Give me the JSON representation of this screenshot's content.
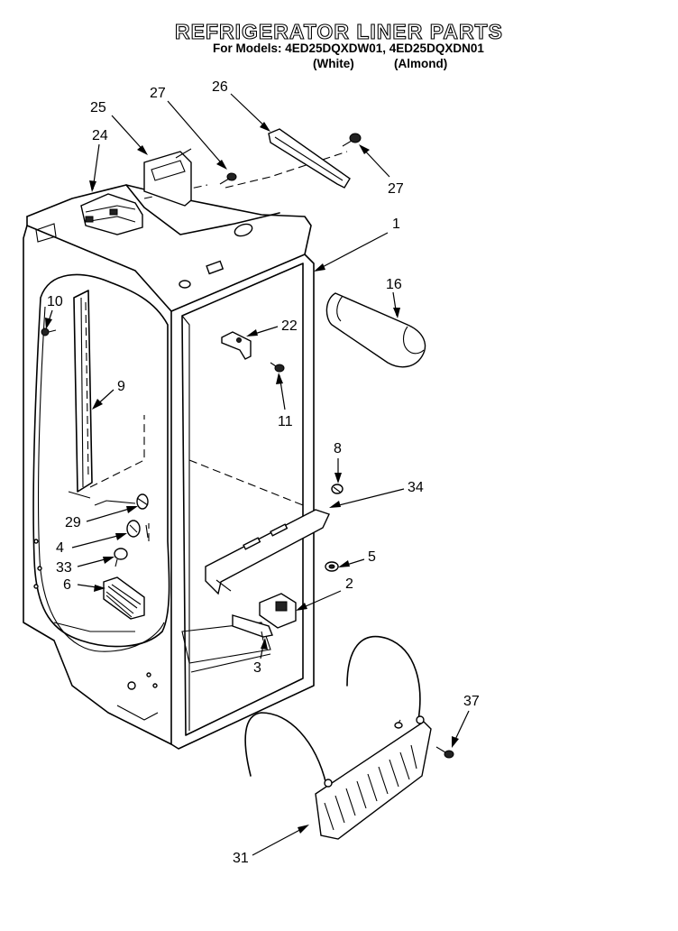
{
  "header": {
    "title": "REFRIGERATOR LINER PARTS",
    "models_line": "For Models: 4ED25DQXDW01, 4ED25DQXDN01",
    "variant_white": "(White)",
    "variant_almond": "(Almond)"
  },
  "callouts": [
    {
      "id": "c1",
      "label": "1"
    },
    {
      "id": "c2",
      "label": "2"
    },
    {
      "id": "c3",
      "label": "3"
    },
    {
      "id": "c4",
      "label": "4"
    },
    {
      "id": "c5",
      "label": "5"
    },
    {
      "id": "c6",
      "label": "6"
    },
    {
      "id": "c8",
      "label": "8"
    },
    {
      "id": "c9",
      "label": "9"
    },
    {
      "id": "c10",
      "label": "10"
    },
    {
      "id": "c11",
      "label": "11"
    },
    {
      "id": "c16",
      "label": "16"
    },
    {
      "id": "c22",
      "label": "22"
    },
    {
      "id": "c24",
      "label": "24"
    },
    {
      "id": "c25",
      "label": "25"
    },
    {
      "id": "c26",
      "label": "26"
    },
    {
      "id": "c27a",
      "label": "27"
    },
    {
      "id": "c27b",
      "label": "27"
    },
    {
      "id": "c29",
      "label": "29"
    },
    {
      "id": "c31",
      "label": "31"
    },
    {
      "id": "c33",
      "label": "33"
    },
    {
      "id": "c34",
      "label": "34"
    },
    {
      "id": "c37",
      "label": "37"
    }
  ]
}
